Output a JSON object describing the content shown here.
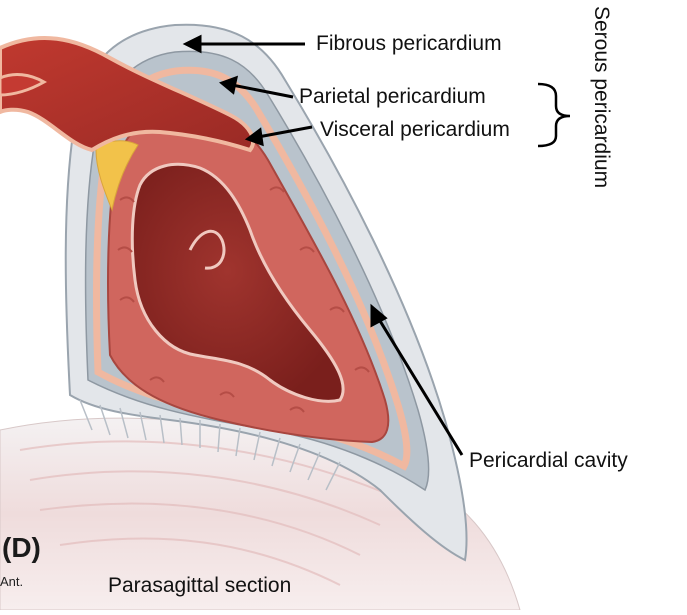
{
  "figure": {
    "panel_label": "(D)",
    "orientation_label": "Ant.",
    "section_caption": "Parasagittal section"
  },
  "labels": {
    "fibrous": "Fibrous pericardium",
    "parietal": "Parietal pericardium",
    "visceral": "Visceral pericardium",
    "serous": "Serous pericardium",
    "cavity": "Pericardial cavity"
  },
  "colors": {
    "fibrous_layer": "#e3e6ea",
    "cavity_fill": "#b9c3cc",
    "parietal_layer": "#f0b8a0",
    "myocardium": "#d0665e",
    "chamber": "#8e2a26",
    "vessel": "#b8352f",
    "fat": "#f2c24a",
    "arrow": "#000000"
  }
}
